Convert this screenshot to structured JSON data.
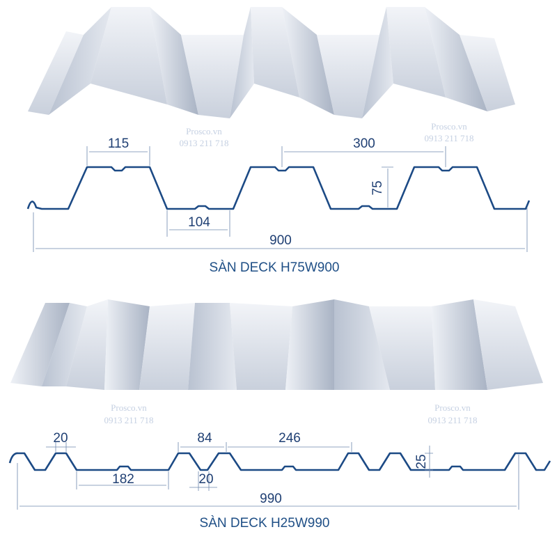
{
  "watermark": {
    "site": "Prosco.vn",
    "phone": "0913 211 718"
  },
  "deck_h75": {
    "title": "SÀN DECK H75W900",
    "dims": {
      "top_width": "115",
      "pitch": "300",
      "height": "75",
      "bottom_width": "104",
      "total_width": "900"
    }
  },
  "deck_h25": {
    "title": "SÀN DECK H25W990",
    "dims": {
      "top_rib": "20",
      "rib_width": "84",
      "pitch": "246",
      "bottom_width": "182",
      "bottom_rib": "20",
      "height": "25",
      "total_width": "990"
    }
  },
  "colors": {
    "profile": "#1c4a85",
    "text": "#1f3f73",
    "watermark": "#c5d0e2"
  }
}
